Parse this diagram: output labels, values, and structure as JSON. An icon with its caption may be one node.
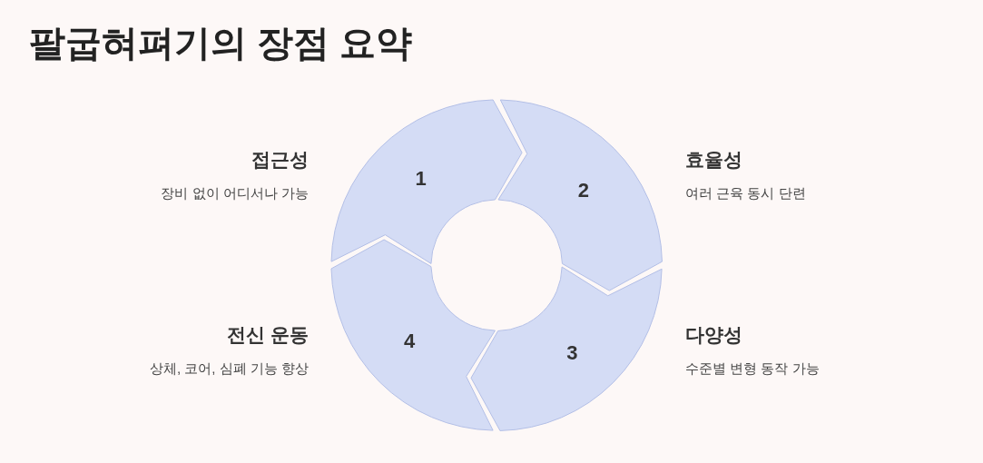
{
  "diagram": {
    "title": "팔굽혀펴기의 장점 요약",
    "nodes": [
      {
        "text": [
          "1"
        ],
        "beside": [
          "접근성",
          "장비 없이 어디서나 가능"
        ]
      },
      {
        "text": [
          "2"
        ],
        "beside": [
          "효율성",
          "여러 근육 동시 단련"
        ]
      },
      {
        "text": [
          "3"
        ],
        "beside": [
          "다양성",
          "수준별 변형 동작 가능"
        ]
      },
      {
        "text": [
          "4"
        ],
        "beside": [
          "전신 운동",
          "상체, 코어, 심폐 기능 향상"
        ]
      }
    ]
  }
}
